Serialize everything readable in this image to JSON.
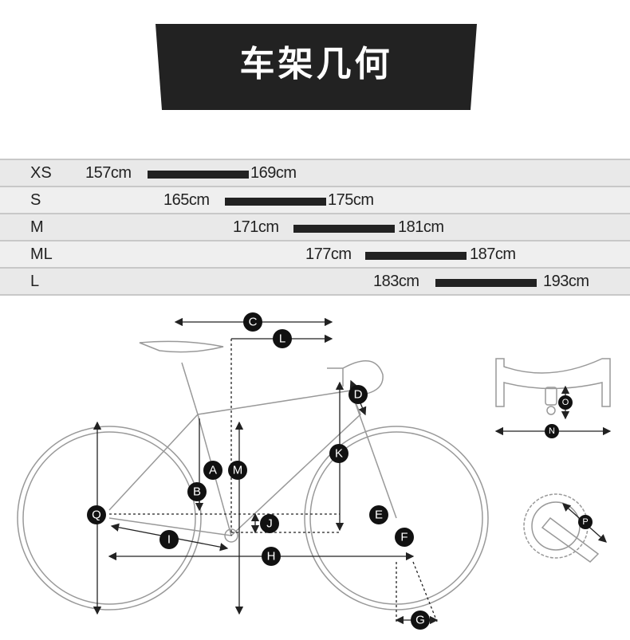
{
  "title": "车架几何",
  "sizes": [
    {
      "size": "XS",
      "min": "157cm",
      "max": "169cm"
    },
    {
      "size": "S",
      "min": "165cm",
      "max": "175cm"
    },
    {
      "size": "M",
      "min": "171cm",
      "max": "181cm"
    },
    {
      "size": "ML",
      "min": "177cm",
      "max": "187cm"
    },
    {
      "size": "L",
      "min": "183cm",
      "max": "193cm"
    }
  ],
  "geometry_labels": {
    "A": "A",
    "B": "B",
    "C": "C",
    "D": "D",
    "E": "E",
    "F": "F",
    "G": "G",
    "H": "H",
    "I": "I",
    "J": "J",
    "K": "K",
    "L": "L",
    "M": "M",
    "N": "N",
    "O": "O",
    "P": "P",
    "Q": "Q"
  }
}
